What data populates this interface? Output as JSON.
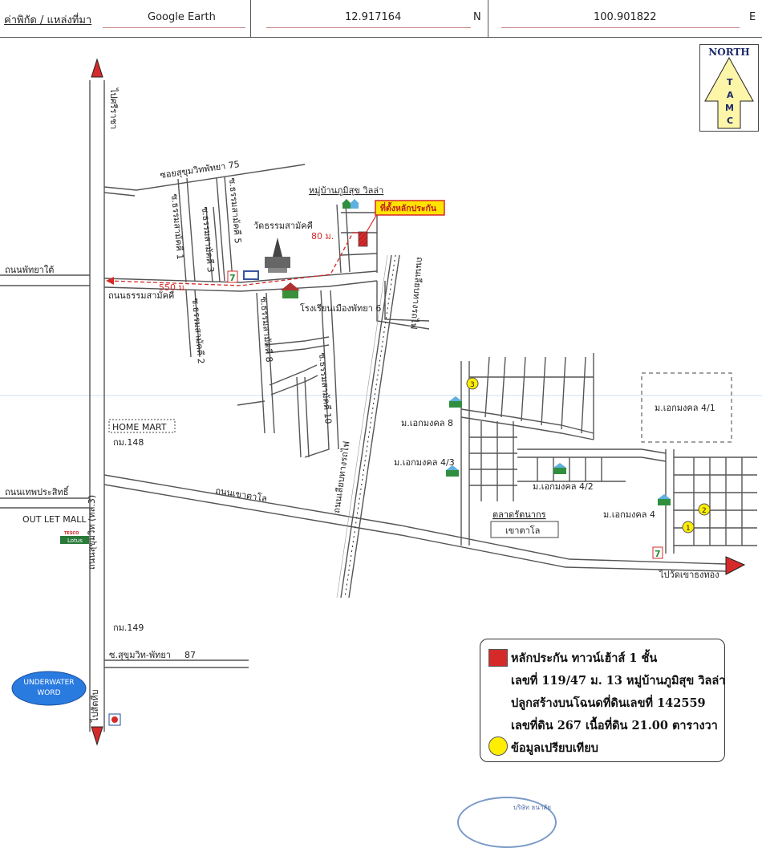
{
  "header": {
    "label": "ค่าพิกัด / แหล่งที่มา",
    "source": "Google Earth",
    "lat_value": "12.917164",
    "lat_dir": "N",
    "lon_value": "100.901822",
    "lon_dir": "E"
  },
  "north": {
    "title": "NORTH",
    "letters": [
      "T",
      "A",
      "M",
      "C"
    ]
  },
  "roads": {
    "ไปศรีราชา": "ไปศรีราชา",
    "soi75": "ซอยสุขุมวิทพัทยา 75",
    "pattaya_tai": "ถนนพัทยาใต้",
    "thammasamakkhi": "ถนนธรรมสามัคคี",
    "soi1": "ซ.ธรรมสามัคคี 1",
    "soi2": "ซ.ธรรมสามัคคี 2",
    "soi3": "ซ.ธรรมสามัคคี 3",
    "soi5": "ซ.ธรรมสามัคคี 5",
    "soi8": "ซ.ธรรมสามัคคี 8",
    "soi10": "ซ.ธรรมสามัคคี 10",
    "lieng_railway_top": "ถนนเลียบทางรถไฟ",
    "lieng_railway": "ถนนเลียบทางรถไฟ",
    "thepprasit": "ถนนเทพประสิทธิ์",
    "khaotalo": "ถนนเขาตาโล",
    "sukhumvit": "ถนนสุขุมวิท (ทล.3)",
    "soi87_a": "ซ.สุขุมวิท-พัทยา",
    "soi87_b": "87",
    "to_sattahip": "ไปสัตหีบ",
    "to_khaochaitong": "ไปวัดเขาธงทอง"
  },
  "places": {
    "village": "หมู่บ้านภูมิสุข วิลล่า",
    "collateral_tag": "ที่ตั้งหลักประกัน",
    "dist_80": "80 ม.",
    "dist_550": "550 ม.",
    "temple": "วัดธรรมสามัคคี",
    "school": "โรงเรียนเมืองพัทยา 6",
    "homemart": "HOME MART",
    "km148": "กม.148",
    "km149": "กม.149",
    "outlet": "OUT LET MALL",
    "tesco": "TESCO",
    "lotus": "Lotus",
    "underwater_a": "UNDERWATER",
    "underwater_b": "WORD",
    "ekmongkol8": "ม.เอกมงคล 8",
    "ekmongkol43": "ม.เอกมงคล 4/3",
    "ekmongkol42": "ม.เอกมงคล 4/2",
    "ekmongkol4": "ม.เอกมงคล 4",
    "ekmongkol41": "ม.เอกมงคล 4/1",
    "market_a": "ตลาดรัตนากร",
    "market_b": "เขาตาโล",
    "seven_label": "7",
    "markers": [
      "1",
      "2",
      "3"
    ]
  },
  "legend": {
    "line1": "หลักประกัน ทาวน์เฮ้าส์ 1 ชั้น",
    "line2": "เลขที่ 119/47 ม. 13 หมู่บ้านภูมิสุข วิลล่า",
    "line3": "ปลูกสร้างบนโฉนดที่ดินเลขที่ 142559",
    "line4": "เลขที่ดิน 267 เนื้อที่ดิน 21.00 ตารางวา",
    "line5": "ข้อมูลเปรียบเทียบ"
  },
  "stamp": {
    "text": "บริษัท ธนาลัย"
  },
  "colors": {
    "road": "#555555",
    "red": "#d62a2a",
    "yellow": "#ffee00",
    "tag": "#ffe400",
    "legend_box": "#d62a2a"
  }
}
